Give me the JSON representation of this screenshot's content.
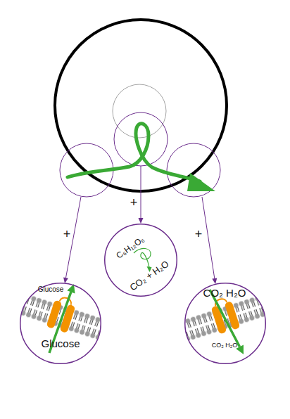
{
  "diagram": {
    "nodes": [
      {
        "text": [
          "C₆H₁₂O₆",
          "CO₂ + H₂O"
        ]
      },
      {
        "text": [
          "Glucose",
          "Glucose"
        ]
      },
      {
        "text": [
          "CO₂ H₂O",
          "CO₂ H₂O"
        ]
      }
    ],
    "labels": [
      "+",
      "+",
      "+"
    ]
  }
}
